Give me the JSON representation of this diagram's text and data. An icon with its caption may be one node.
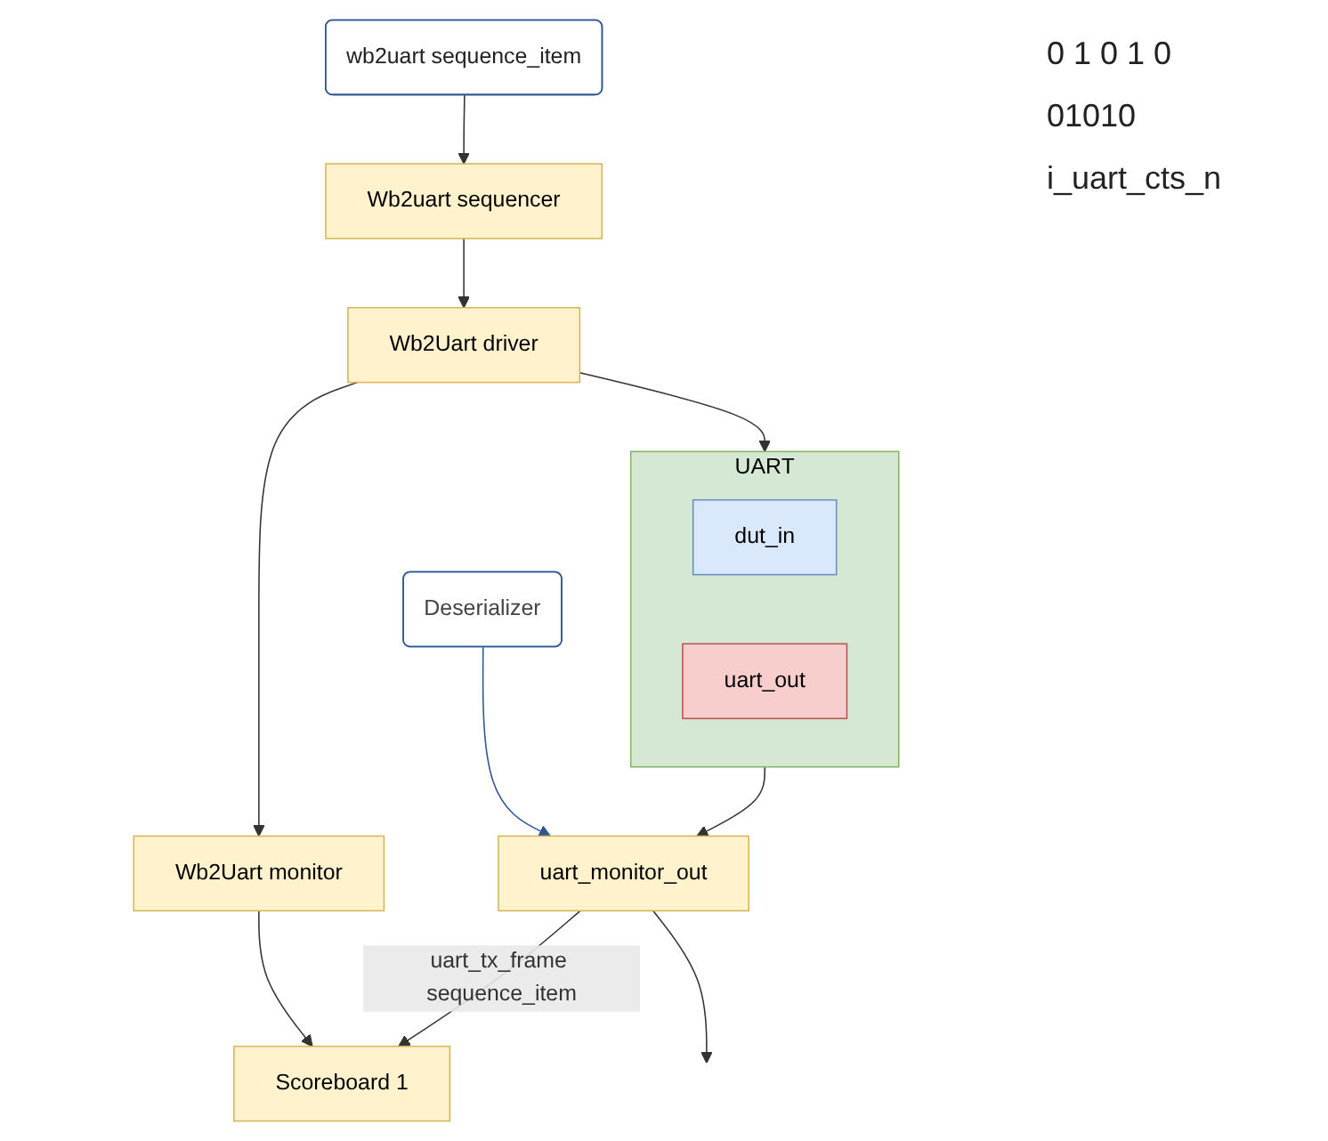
{
  "diagram": {
    "nodes": [
      {
        "text": [
          "wb2uart sequence_item"
        ]
      },
      {
        "text": [
          "Wb2uart sequencer"
        ]
      },
      {
        "text": [
          "Wb2Uart driver"
        ]
      },
      {
        "text": [
          "Wb2Uart monitor"
        ]
      },
      {
        "text": [
          "Scoreboard 1"
        ]
      },
      {
        "text": [
          "UART"
        ]
      },
      {
        "text": [
          "dut_in"
        ],
        "in": 5
      },
      {
        "text": [
          "uart_out"
        ],
        "in": 5
      },
      {
        "text": [
          "Deserializer"
        ]
      },
      {
        "text": [
          "uart_monitor_out"
        ]
      }
    ],
    "edges": [
      {
        "from": 0,
        "to": 1,
        "arrow": "to"
      },
      {
        "from": 1,
        "to": 2,
        "arrow": "to"
      },
      {
        "from": 2,
        "to": 3,
        "arrow": "to"
      },
      {
        "from": 2,
        "to": 5,
        "arrow": "to"
      },
      {
        "from": 3,
        "to": 4,
        "arrow": "to"
      },
      {
        "from": 5,
        "to": 9,
        "arrow": "to"
      },
      {
        "from": 9,
        "to": 4,
        "arrow": "to",
        "label": "uart_tx_frame sequence_item"
      },
      {
        "from": 8,
        "to": 9,
        "arrow": "to",
        "color": "#2f5597"
      },
      {
        "from": 9,
        "to": null,
        "arrow": "to"
      }
    ],
    "labels": [
      "0 1 0 1 0",
      "01010",
      "i_uart_cts_n"
    ]
  }
}
